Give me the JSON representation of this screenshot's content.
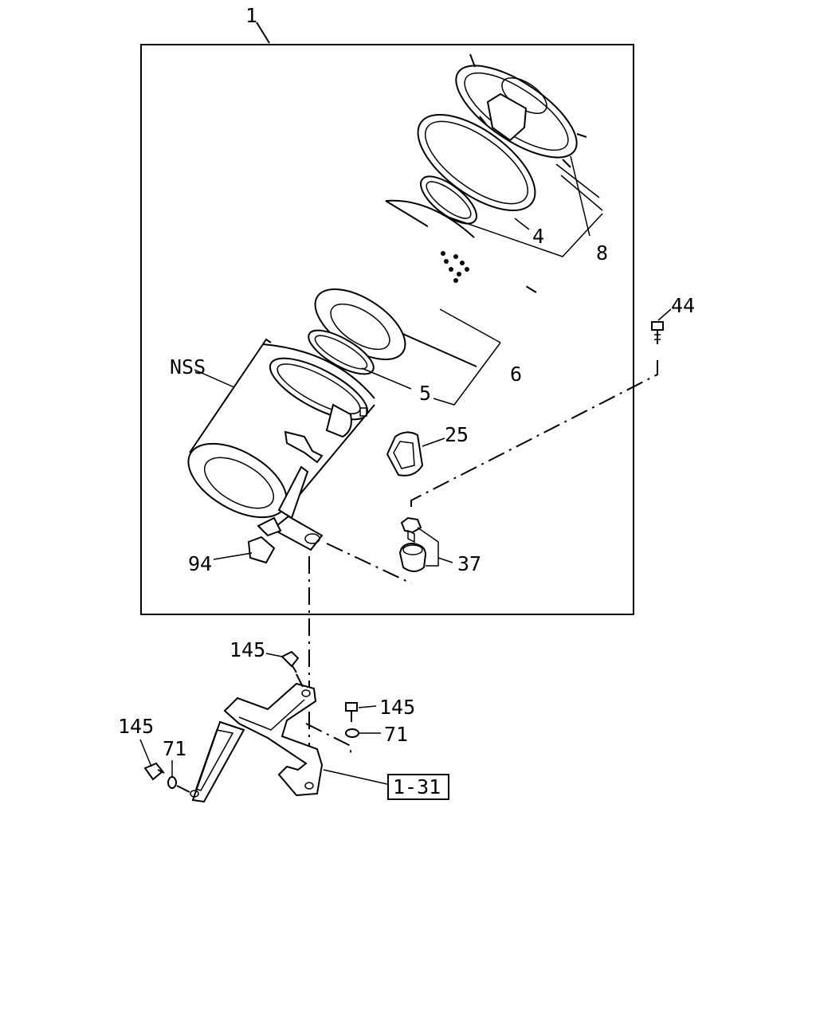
{
  "labels": {
    "assembly": "1",
    "seal_ring_4": "4",
    "cover_8": "8",
    "bolt_44": "44",
    "nss": "NSS",
    "element_6": "6",
    "gasket_5": "5",
    "valve_25": "25",
    "mount_37": "37",
    "plug_94": "94",
    "bolt_145_top": "145",
    "bolt_145_right": "145",
    "washer_71_right": "71",
    "bolt_145_left": "145",
    "washer_71_left": "71",
    "ref_bracket": "1-31"
  }
}
